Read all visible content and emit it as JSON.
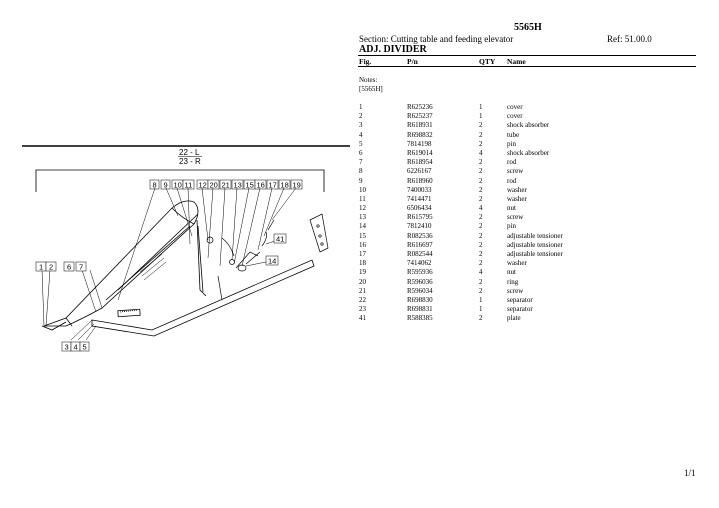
{
  "header": {
    "model": "5565H",
    "section": "Section: Cutting table and feeding elevator",
    "ref": "Ref: 51.00.0",
    "title": "ADJ. DIVIDER"
  },
  "columns": {
    "fig": "Fig.",
    "pn": "P/n",
    "qty": "QTY",
    "name": "Name"
  },
  "notes": {
    "label": "Notes:",
    "value": "[5565H]"
  },
  "parts": [
    {
      "fig": "1",
      "pn": "R625236",
      "qty": "1",
      "name": "cover"
    },
    {
      "fig": "2",
      "pn": "R625237",
      "qty": "1",
      "name": "cover"
    },
    {
      "fig": "3",
      "pn": "R618931",
      "qty": "2",
      "name": "shock absorber"
    },
    {
      "fig": "4",
      "pn": "R698832",
      "qty": "2",
      "name": "tube"
    },
    {
      "fig": "5",
      "pn": "7814198",
      "qty": "2",
      "name": "pin"
    },
    {
      "fig": "6",
      "pn": "R619014",
      "qty": "4",
      "name": "shock absorber"
    },
    {
      "fig": "7",
      "pn": "R618954",
      "qty": "2",
      "name": "rod"
    },
    {
      "fig": "8",
      "pn": "6226167",
      "qty": "2",
      "name": "screw"
    },
    {
      "fig": "9",
      "pn": "R618960",
      "qty": "2",
      "name": "rod"
    },
    {
      "fig": "10",
      "pn": "7400033",
      "qty": "2",
      "name": "washer"
    },
    {
      "fig": "11",
      "pn": "7414471",
      "qty": "2",
      "name": "washer"
    },
    {
      "fig": "12",
      "pn": "6506434",
      "qty": "4",
      "name": "nut"
    },
    {
      "fig": "13",
      "pn": "R615795",
      "qty": "2",
      "name": "screw"
    },
    {
      "fig": "14",
      "pn": "7812410",
      "qty": "2",
      "name": "pin"
    },
    {
      "fig": "15",
      "pn": "R082536",
      "qty": "2",
      "name": "adjustable tensioner"
    },
    {
      "fig": "16",
      "pn": "R616697",
      "qty": "2",
      "name": "adjustable tensioner"
    },
    {
      "fig": "17",
      "pn": "R082544",
      "qty": "2",
      "name": "adjustable tensioner"
    },
    {
      "fig": "18",
      "pn": "7414062",
      "qty": "2",
      "name": "washer"
    },
    {
      "fig": "19",
      "pn": "R595936",
      "qty": "4",
      "name": "nut"
    },
    {
      "fig": "20",
      "pn": "R596036",
      "qty": "2",
      "name": "ring"
    },
    {
      "fig": "21",
      "pn": "R596034",
      "qty": "2",
      "name": "screw"
    },
    {
      "fig": "22",
      "pn": "R698830",
      "qty": "1",
      "name": "separator"
    },
    {
      "fig": "23",
      "pn": "R698831",
      "qty": "1",
      "name": "separator"
    },
    {
      "fig": "41",
      "pn": "R588385",
      "qty": "2",
      "name": "plate"
    }
  ],
  "diagram": {
    "label_left": "22 - L",
    "label_right": "23 - R",
    "callouts_top": [
      "8",
      "9",
      "10",
      "11",
      "12",
      "20",
      "21",
      "13",
      "15",
      "16",
      "17",
      "18",
      "19"
    ],
    "callouts_left": [
      "1",
      "2"
    ],
    "callouts_mid": [
      "6",
      "7"
    ],
    "callouts_bottom": [
      "3",
      "4",
      "5"
    ],
    "callout_41": "41",
    "callout_14": "14"
  },
  "footer": {
    "page": "1/1"
  }
}
